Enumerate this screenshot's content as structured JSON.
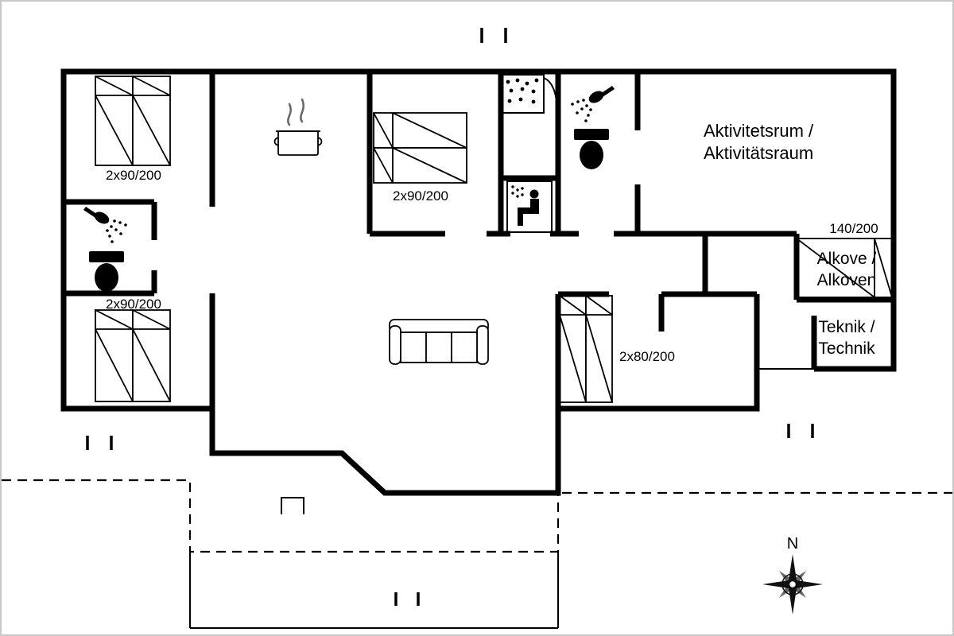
{
  "rooms": {
    "activity": {
      "label_line1": "Aktivitetsrum /",
      "label_line2": "Aktivitätsraum"
    },
    "alkove": {
      "bed_size": "140/200",
      "label_line1": "Alkove /",
      "label_line2": "Alkoven"
    },
    "teknik": {
      "label_line1": "Teknik /",
      "label_line2": "Technik"
    }
  },
  "beds": {
    "top_left": {
      "size": "2x90/200"
    },
    "bottom_left": {
      "size": "2x90/200"
    },
    "center": {
      "size": "2x90/200"
    },
    "bottom_center": {
      "size": "2x80/200"
    }
  },
  "compass": {
    "north_label": "N"
  },
  "icons": {
    "shower": "shower-icon",
    "toilet": "toilet-icon",
    "stove": "stove-pot-icon",
    "whirlpool": "whirlpool-icon",
    "sauna": "sauna-icon",
    "sofa": "sofa-icon",
    "bed": "double-bed-icon",
    "compass": "compass-rose-icon",
    "vents": "vent-marks-icon"
  },
  "colors": {
    "wall": "#000000",
    "background": "#ffffff",
    "frame": "#c8c8c8",
    "steam": "#666666"
  }
}
